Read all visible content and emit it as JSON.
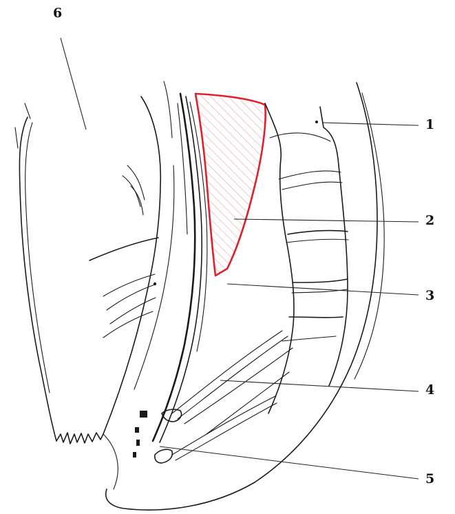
{
  "labels": {
    "l1": "1",
    "l2": "2",
    "l3": "3",
    "l4": "4",
    "l5": "5",
    "l6": "6"
  },
  "colors": {
    "highlight": "#e0202c",
    "hatch": "#ef9a9a",
    "ink": "#1a1a1a"
  }
}
